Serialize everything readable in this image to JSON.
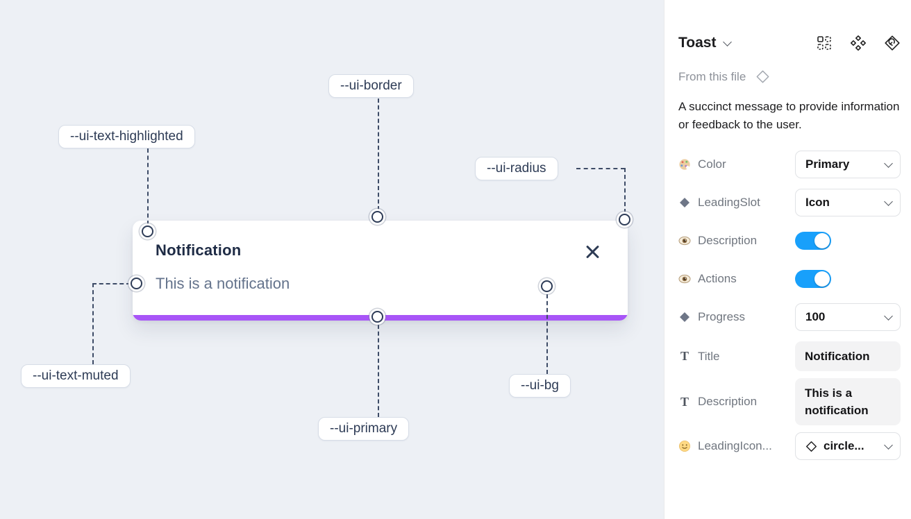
{
  "canvas": {
    "toast": {
      "title": "Notification",
      "description": "This is a notification"
    },
    "annotations": [
      {
        "label": "--ui-border"
      },
      {
        "label": "--ui-text-highlighted"
      },
      {
        "label": "--ui-radius"
      },
      {
        "label": "--ui-text-muted"
      },
      {
        "label": "--ui-primary"
      },
      {
        "label": "--ui-bg"
      }
    ],
    "colors": {
      "canvas_background": "#edf0f5",
      "primary_bar": "#a855f7",
      "title_text": "#1e2b45",
      "muted_text": "#64738c"
    }
  },
  "panel": {
    "title": "Toast",
    "source_label": "From this file",
    "description": "A succinct message to provide information or feedback to the user.",
    "header_icons": [
      "instance-grid-icon",
      "variants-icon",
      "go-to-main-component-icon"
    ],
    "properties": [
      {
        "icon": "palette-icon",
        "label": "Color",
        "type": "select",
        "value": "Primary"
      },
      {
        "icon": "diamond-icon",
        "label": "LeadingSlot",
        "type": "select",
        "value": "Icon"
      },
      {
        "icon": "eye-icon",
        "label": "Description",
        "type": "toggle",
        "value": "on"
      },
      {
        "icon": "eye-icon",
        "label": "Actions",
        "type": "toggle",
        "value": "on"
      },
      {
        "icon": "diamond-icon",
        "label": "Progress",
        "type": "select",
        "value": "100"
      },
      {
        "icon": "text-icon",
        "label": "Title",
        "type": "text",
        "value": "Notification",
        "glyph": "T"
      },
      {
        "icon": "text-icon",
        "label": "Description",
        "type": "text",
        "value": "This is a notification",
        "glyph": "T"
      },
      {
        "icon": "smiley-icon",
        "label": "LeadingIcon...",
        "type": "instance",
        "value": "circle..."
      }
    ],
    "colors": {
      "toggle_on": "#18a0fb"
    }
  }
}
